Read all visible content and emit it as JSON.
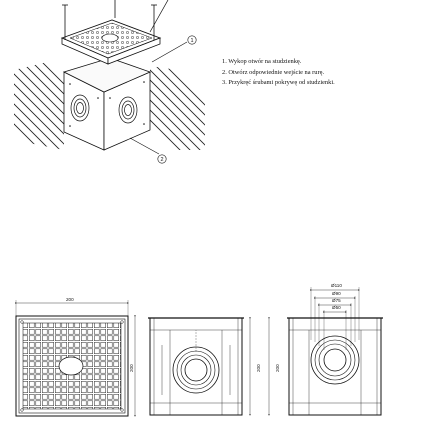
{
  "instructions": {
    "steps": [
      "1. Wykop otwór na studzienkę.",
      "2. Otwórz odpowiednie wejście na rurę.",
      "3. Przykręć śrubami pokrywę od studzienki."
    ]
  },
  "callouts": {
    "c1": "1",
    "c2": "2"
  },
  "dimensions": {
    "width": "200",
    "height_top": "200",
    "height_front": "200",
    "height_side": "200",
    "d110": "Ø110",
    "d90": "Ø90",
    "d75": "Ø75",
    "d50": "Ø50"
  }
}
